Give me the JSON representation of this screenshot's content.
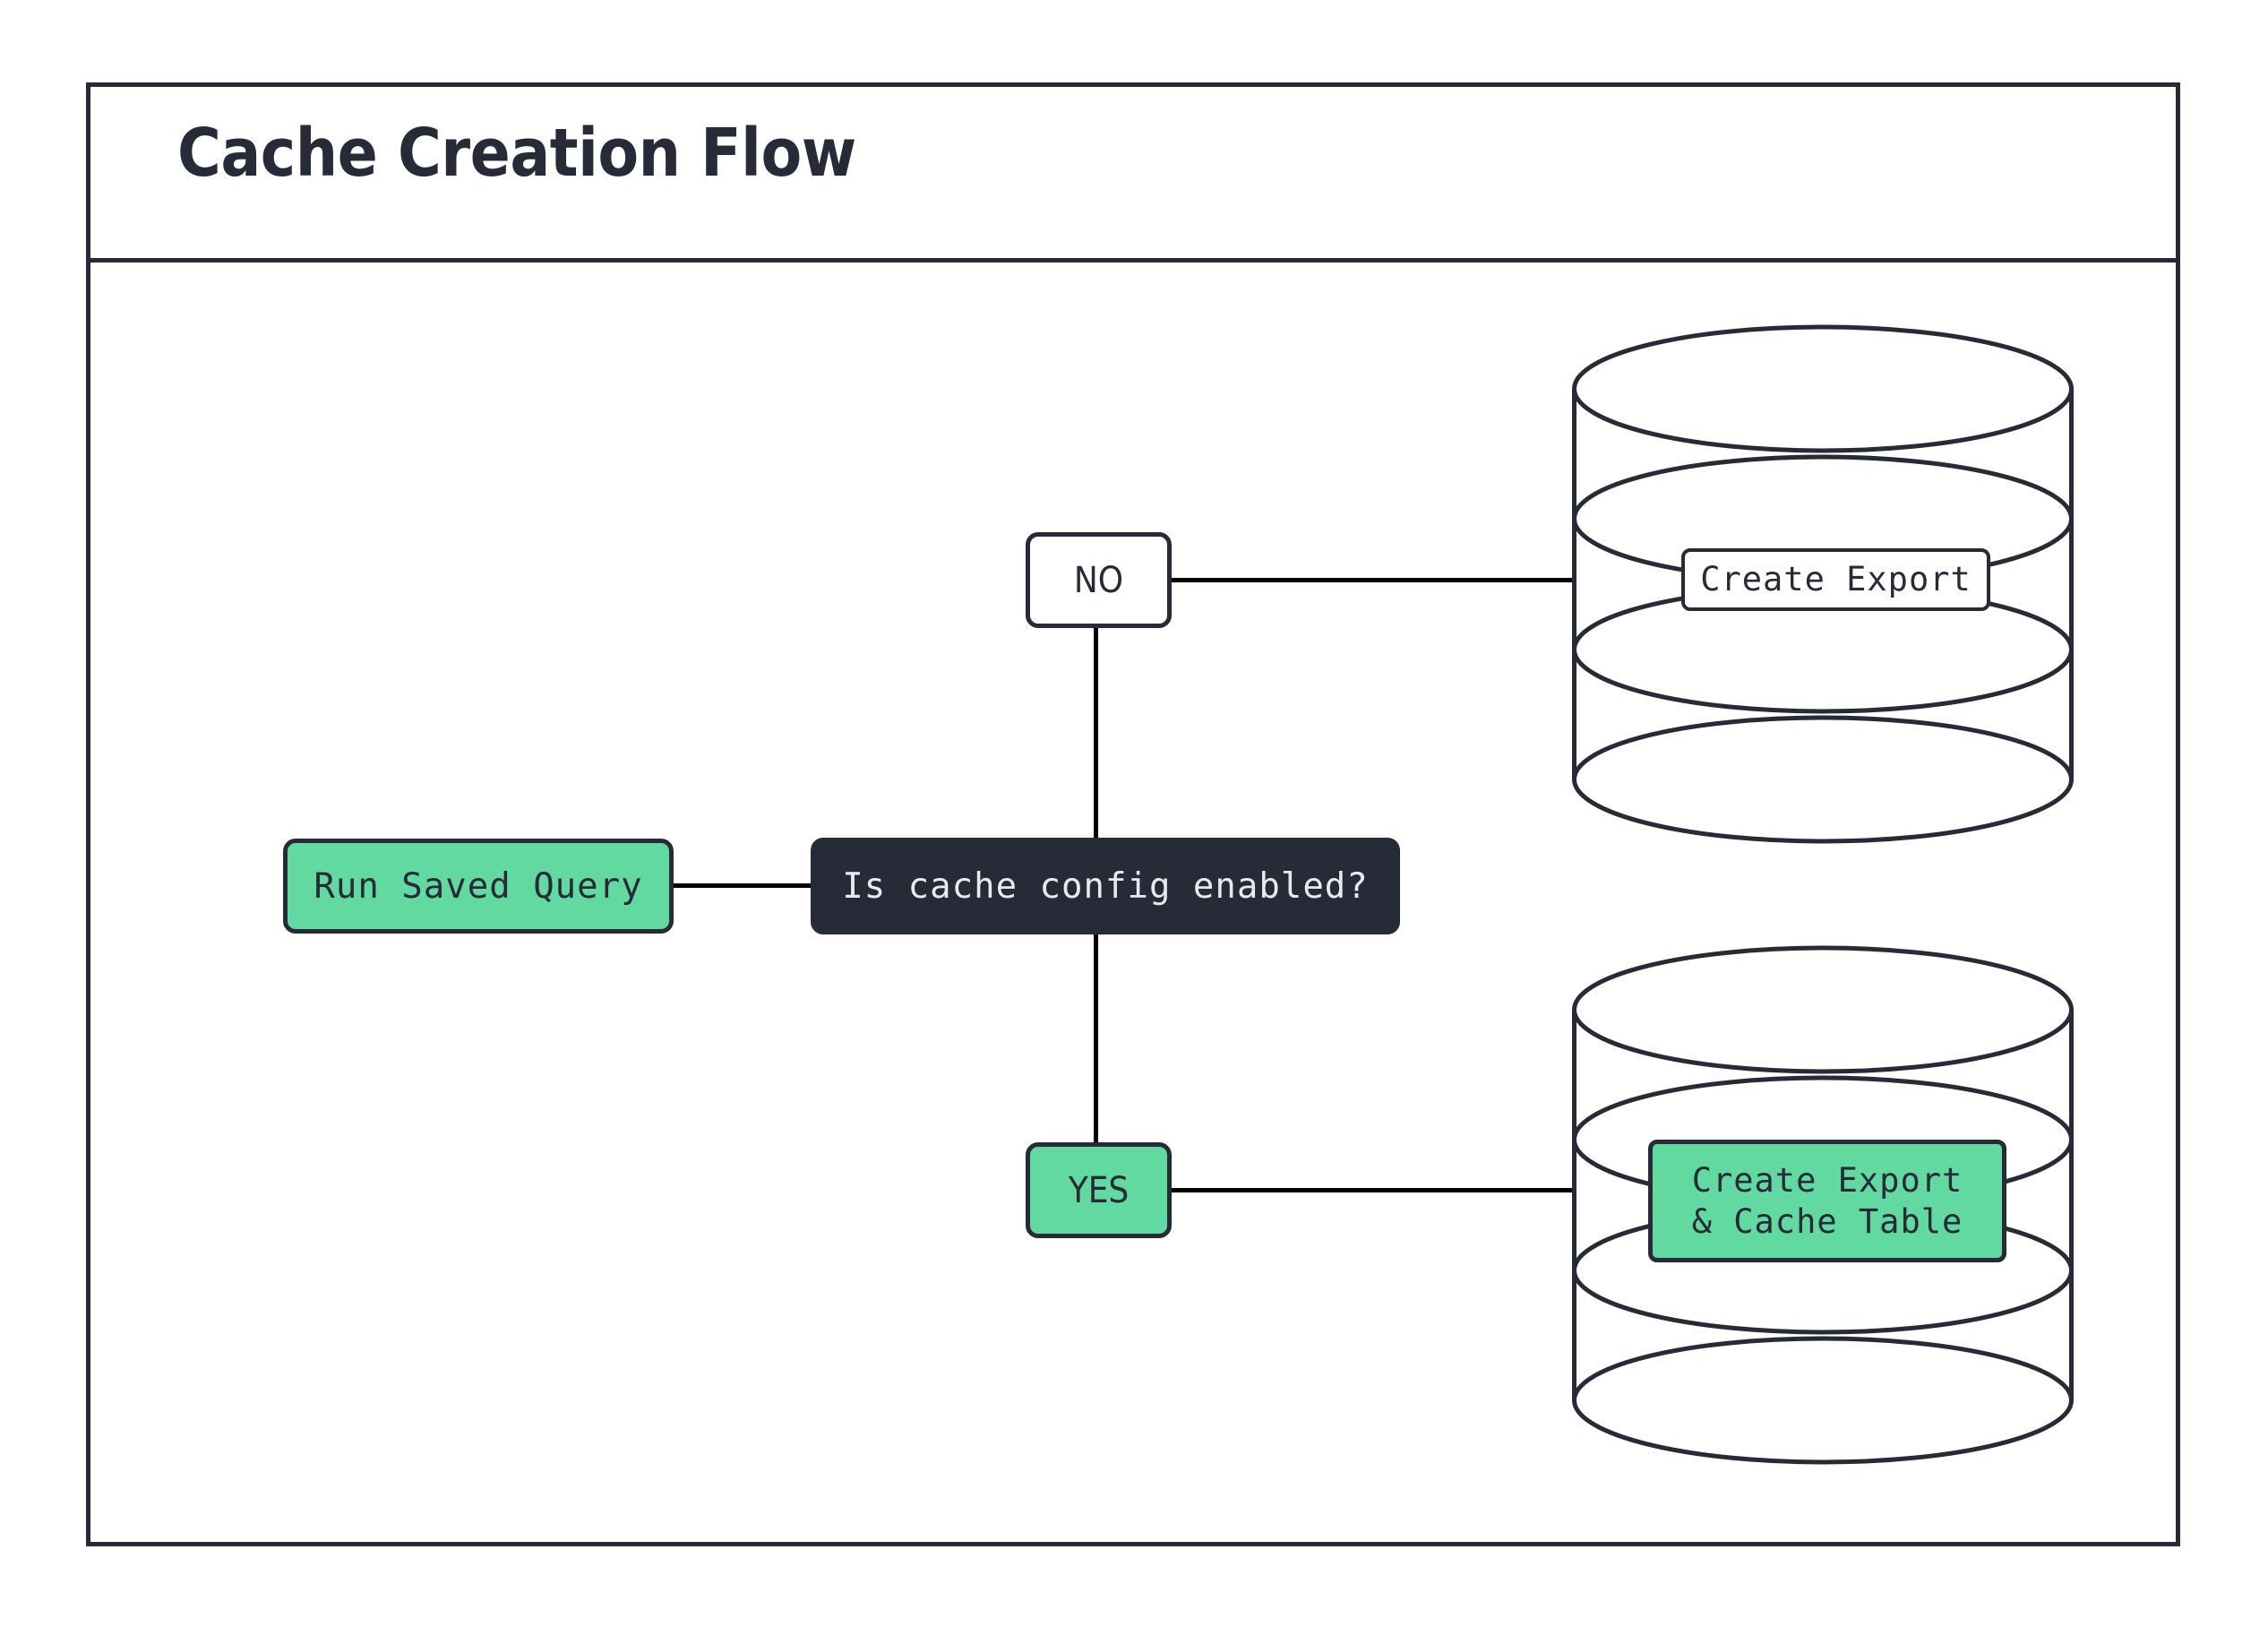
{
  "diagram": {
    "title": "Cache Creation Flow",
    "colors": {
      "accent_green": "#61d9a1",
      "dark_navy": "#272b38",
      "line": "#000000",
      "background": "#ffffff"
    },
    "nodes": {
      "run_saved_query": {
        "label": "Run Saved Query",
        "shape": "rounded-rect",
        "fill": "#61d9a1"
      },
      "decision": {
        "label": "Is cache config enabled?",
        "shape": "rounded-rect",
        "fill": "#272b38"
      },
      "branch_no": {
        "label": "NO",
        "shape": "rounded-rect",
        "fill": "#ffffff"
      },
      "branch_yes": {
        "label": "YES",
        "shape": "rounded-rect",
        "fill": "#61d9a1"
      },
      "database_top": {
        "label": "Create Export",
        "shape": "cylinder",
        "fill": "#ffffff"
      },
      "database_bottom": {
        "label": "Create Export\n& Cache Table",
        "label_line_1": "Create Export",
        "label_line_2": "& Cache Table",
        "shape": "cylinder",
        "fill": "#61d9a1"
      }
    },
    "edges": [
      {
        "from": "run_saved_query",
        "to": "decision",
        "label": ""
      },
      {
        "from": "decision",
        "to": "branch_no",
        "label": ""
      },
      {
        "from": "decision",
        "to": "branch_yes",
        "label": ""
      },
      {
        "from": "branch_no",
        "to": "database_top",
        "label": ""
      },
      {
        "from": "branch_yes",
        "to": "database_bottom",
        "label": ""
      }
    ]
  }
}
